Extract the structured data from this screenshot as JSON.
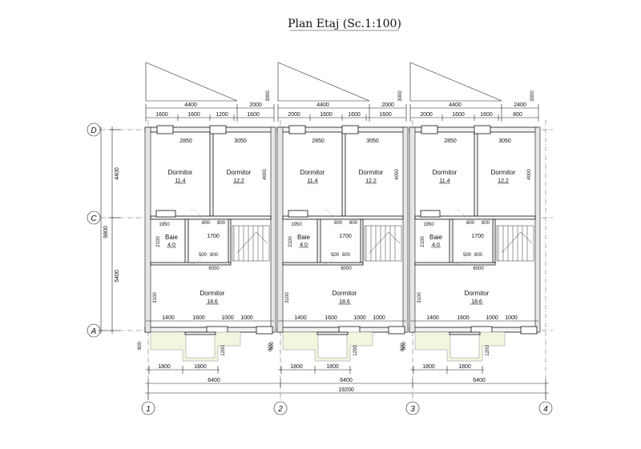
{
  "title": "Plan Etaj (Sc.1:100)",
  "axes_letters": [
    "D",
    "C",
    "A"
  ],
  "axes_numbers": [
    "1",
    "2",
    "3",
    "4"
  ],
  "left_dims": {
    "top": "4400",
    "mid": "5400",
    "total": "9800"
  },
  "units": [
    {
      "top_row1": [
        "4400",
        "2000"
      ],
      "top_row2": [
        "1600",
        "1600",
        "1200",
        "1600"
      ],
      "top_vert": "3000",
      "rooms": [
        {
          "name": "Dormitor",
          "area": "11.4"
        },
        {
          "name": "Dormitor",
          "area": "12.2"
        },
        {
          "name": "Baie",
          "area": "4.0"
        },
        {
          "name": "Dormitor",
          "area": "18.6"
        }
      ],
      "inner_dims": [
        "2850",
        "3050",
        "4000",
        "1950",
        "800",
        "800",
        "1700",
        "2100",
        "500",
        "800",
        "6000",
        "3100"
      ],
      "bottom_row1": [
        "1400",
        "1600",
        "1000",
        "1000"
      ],
      "bottom_row2": [
        "1800",
        "1800"
      ],
      "bottom_side": [
        "800",
        "800",
        "1200"
      ],
      "width": "6400"
    },
    {
      "top_row1": [
        "4400",
        "2000"
      ],
      "top_row2": [
        "2000",
        "1600",
        "1600",
        "1600"
      ],
      "top_vert": "3000",
      "rooms": [
        {
          "name": "Dormitor",
          "area": "11.4"
        },
        {
          "name": "Dormitor",
          "area": "12.2"
        },
        {
          "name": "Baie",
          "area": "4.0"
        },
        {
          "name": "Dormitor",
          "area": "18.6"
        }
      ],
      "inner_dims": [
        "2850",
        "3050",
        "4000",
        "1950",
        "800",
        "800",
        "1700",
        "2100",
        "500",
        "800",
        "6000",
        "3100"
      ],
      "bottom_row1": [
        "1400",
        "1600",
        "1000",
        "1000"
      ],
      "bottom_row2": [
        "1800",
        "1800"
      ],
      "bottom_side": [
        "800",
        "800",
        "1200"
      ],
      "width": "6400"
    },
    {
      "top_row1": [
        "4400",
        "2400"
      ],
      "top_row2": [
        "2000",
        "1600",
        "1600",
        "800"
      ],
      "top_vert": "3000",
      "rooms": [
        {
          "name": "Dormitor",
          "area": "11.4"
        },
        {
          "name": "Dormitor",
          "area": "12.2"
        },
        {
          "name": "Baie",
          "area": "4.0"
        },
        {
          "name": "Dormitor",
          "area": "18.6"
        }
      ],
      "inner_dims": [
        "2850",
        "3050",
        "4000",
        "1950",
        "800",
        "800",
        "1700",
        "2100",
        "500",
        "800",
        "6000",
        "3100"
      ],
      "bottom_row1": [
        "1400",
        "1600",
        "1000",
        "1000"
      ],
      "bottom_row2": [
        "1800",
        "1800"
      ],
      "bottom_side": [
        "800",
        "800",
        "1200"
      ],
      "width": "6400"
    }
  ],
  "total_width": "19200"
}
